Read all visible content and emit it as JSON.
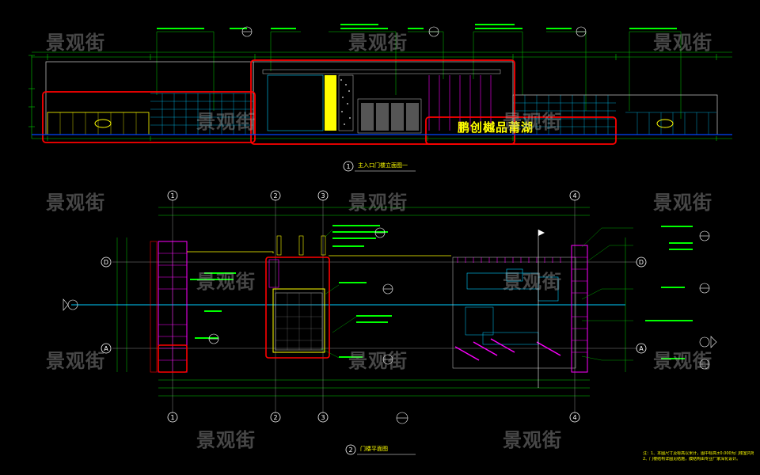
{
  "watermark": "景观街",
  "drawing1": {
    "number": "1",
    "title": "主入口门楼立面图一",
    "sign_text": "鹏创樾品莆湖"
  },
  "drawing2": {
    "number": "2",
    "title": "门楼平面图"
  },
  "grid_axes": {
    "columns": [
      "1",
      "2",
      "3",
      "4"
    ],
    "rows": [
      "D",
      "A"
    ]
  },
  "notes": {
    "line1": "注：1、本图尺寸及标高以米计，图中标高±0.000为门楼室内地坪标高16.75。",
    "line2": "2、门楼结构详图见结施，膜结构由专业厂家深化设计。"
  },
  "colors": {
    "background": "#000000",
    "red_highlight": "#ff0000",
    "cyan": "#00ffff",
    "magenta": "#ff00ff",
    "yellow": "#ffff00",
    "green": "#00ff00",
    "white": "#ffffff",
    "dim_green": "#00cc00"
  }
}
